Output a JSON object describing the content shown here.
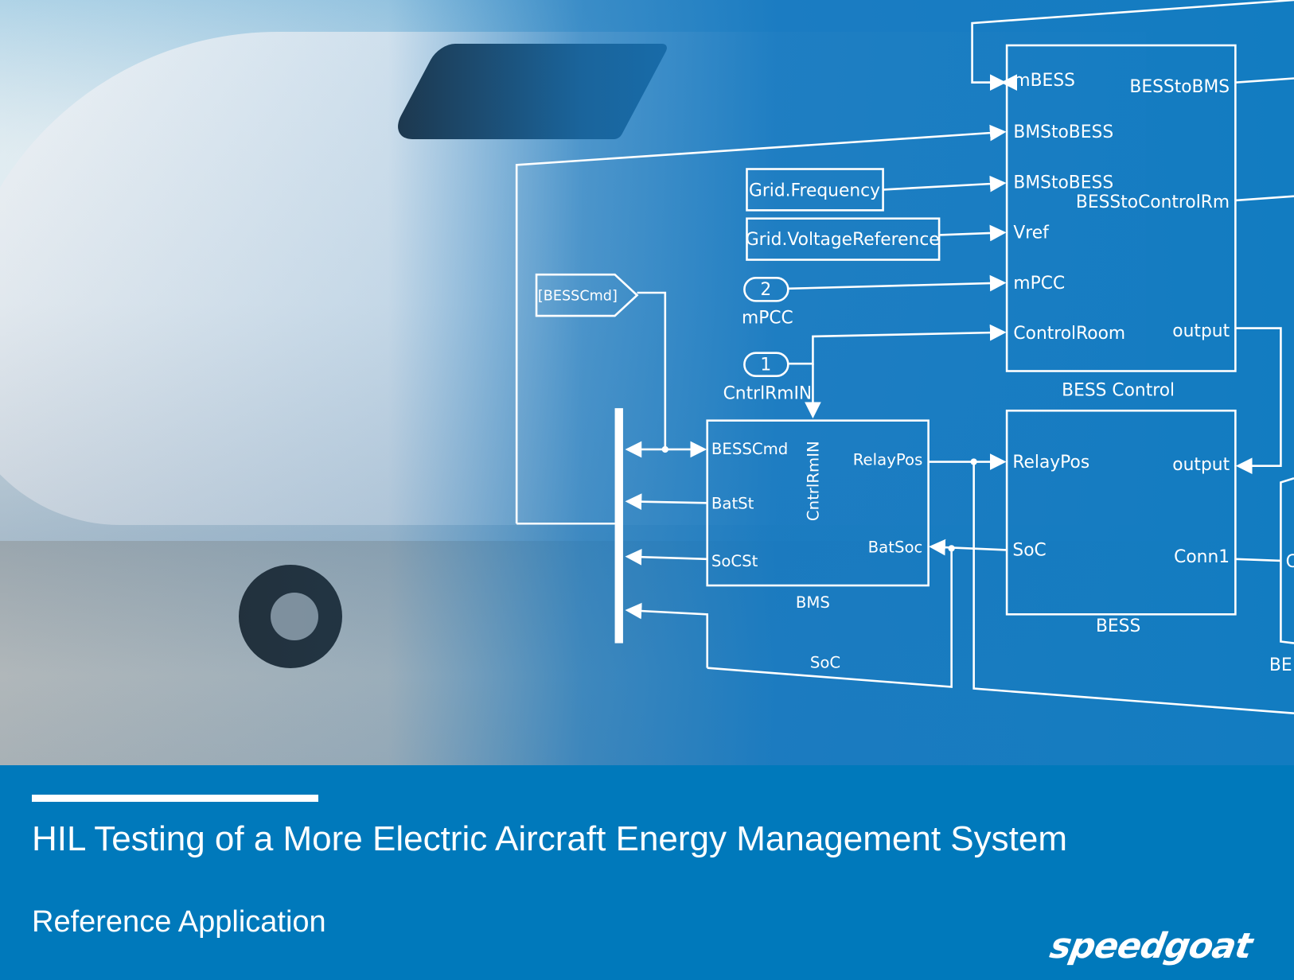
{
  "diagram": {
    "bess_control": {
      "label": "BESS Control",
      "inputs": [
        "mBESS",
        "BMStoBESS",
        "BMStoBESS",
        "Vref",
        "mPCC",
        "ControlRoom"
      ],
      "outputs": [
        "BESStoBMS",
        "BESStoControlRm",
        "output"
      ]
    },
    "grid_frequency": "Grid.Frequency",
    "grid_voltage_reference": "Grid.VoltageReference",
    "inport_mpcc": {
      "number": "2",
      "label": "mPCC"
    },
    "inport_cntrl": {
      "number": "1",
      "label": "CntrlRmIN"
    },
    "goto_tag": "[BESSCmd]",
    "bms": {
      "label": "BMS",
      "inputs": [
        "BESSCmd",
        "BatSt",
        "SoCSt"
      ],
      "outputs": [
        "RelayPos",
        "BatSoc"
      ],
      "top_input": "CntrlRmIN"
    },
    "bess": {
      "label": "BESS",
      "inputs": [
        "RelayPos",
        "SoC"
      ],
      "outputs": [
        "output",
        "Conn1"
      ]
    },
    "soc_signal": "SoC",
    "partial_block_label": "BE",
    "partial_block_port": "C"
  },
  "banner": {
    "title": "HIL Testing of a More Electric Aircraft Energy Management System",
    "subtitle": "Reference Application",
    "logo": "speedgoat",
    "color": "#0079bb"
  }
}
